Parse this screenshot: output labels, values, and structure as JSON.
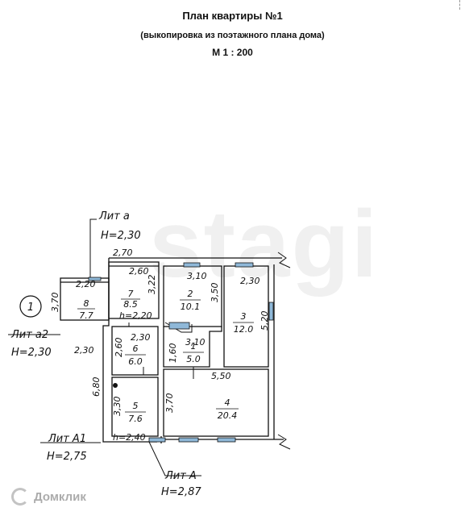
{
  "header": {
    "title": "План квартиры №1",
    "subtitle": "(выкопировка из поэтажного плана дома)",
    "scale": "М 1 : 200"
  },
  "watermark": "stagi",
  "logo_text": "Домклик",
  "marker": "1",
  "liters": [
    {
      "name": "Лит а",
      "height": "Н=2,30"
    },
    {
      "name": "Лит а2",
      "height": "Н=2,30"
    },
    {
      "name": "Лит А1",
      "height": "Н=2,75"
    },
    {
      "name": "Лит А",
      "height": "Н=2,87"
    }
  ],
  "rooms": [
    {
      "number": "1",
      "area": "5.0"
    },
    {
      "number": "2",
      "area": "10.1"
    },
    {
      "number": "3",
      "area": "12.0"
    },
    {
      "number": "4",
      "area": "20.4"
    },
    {
      "number": "5",
      "area": "7.6"
    },
    {
      "number": "6",
      "area": "6.0"
    },
    {
      "number": "7",
      "area": "8.5"
    },
    {
      "number": "8",
      "area": "7.7"
    }
  ],
  "dimensions": {
    "top_2_70": "2,70",
    "r7_w": "2,60",
    "r7_h": "3,22",
    "r2_w": "3,10",
    "r2_h": "3,50",
    "r3_w": "2,30",
    "r3_h": "5,20",
    "r8_w_top": "2,20",
    "r8_h": "3,70",
    "r8_w_bottom": "2,30",
    "h_2_20": "h=2,20",
    "r6_w": "2,30",
    "r6_h": "2,60",
    "r1_w": "3,10",
    "r1_h": "1,60",
    "r4_w": "5,50",
    "r4_h": "3,70",
    "r5_h": "3,30",
    "left_total": "6,80",
    "h_2_40": "h=2,40"
  },
  "colors": {
    "line": "#111111",
    "fixture": "#8fb8d8"
  }
}
